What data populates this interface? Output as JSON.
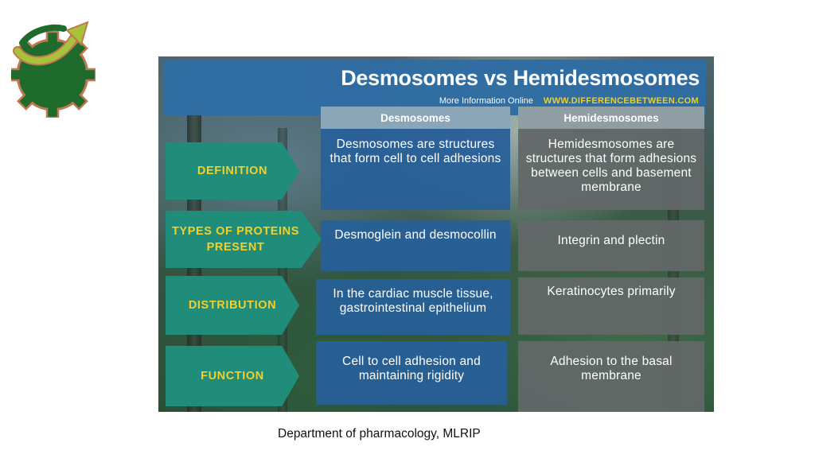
{
  "logo": {
    "name": "gear-arrow-logo",
    "colors": {
      "gear": "#1f6b2e",
      "arrow": "#a9c23b",
      "outline": "#c0784f"
    }
  },
  "infographic": {
    "title": "Desmosomes vs Hemidesmosomes",
    "more_info": "More Information Online",
    "website": "WWW.DIFFERENCEBETWEEN.COM",
    "columns": [
      "Desmosomes",
      "Hemidesmosomes"
    ],
    "rows": [
      {
        "label": "DEFINITION",
        "desmosomes": "Desmosomes are structures that form cell to cell adhesions",
        "hemidesmosomes": "Hemidesmosomes are structures that form adhesions between cells and basement membrane"
      },
      {
        "label": "TYPES OF PROTEINS PRESENT",
        "desmosomes": "Desmoglein and desmocollin",
        "hemidesmosomes": "Integrin and plectin"
      },
      {
        "label": "DISTRIBUTION",
        "desmosomes": "In the cardiac muscle tissue, gastrointestinal epithelium",
        "hemidesmosomes": "Keratinocytes primarily"
      },
      {
        "label": "FUNCTION",
        "desmosomes": "Cell to cell adhesion and maintaining rigidity",
        "hemidesmosomes": "Adhesion to the basal membrane"
      }
    ],
    "colors": {
      "header": "#2f6da3",
      "label_arrow": "#1f8d7a",
      "label_text": "#f2cf2a",
      "desmosomes_cell": "#286098",
      "hemidesmosomes_cell": "#626868",
      "website": "#f2d326"
    }
  },
  "footer": {
    "text": "Department of pharmacology, MLRIP"
  }
}
